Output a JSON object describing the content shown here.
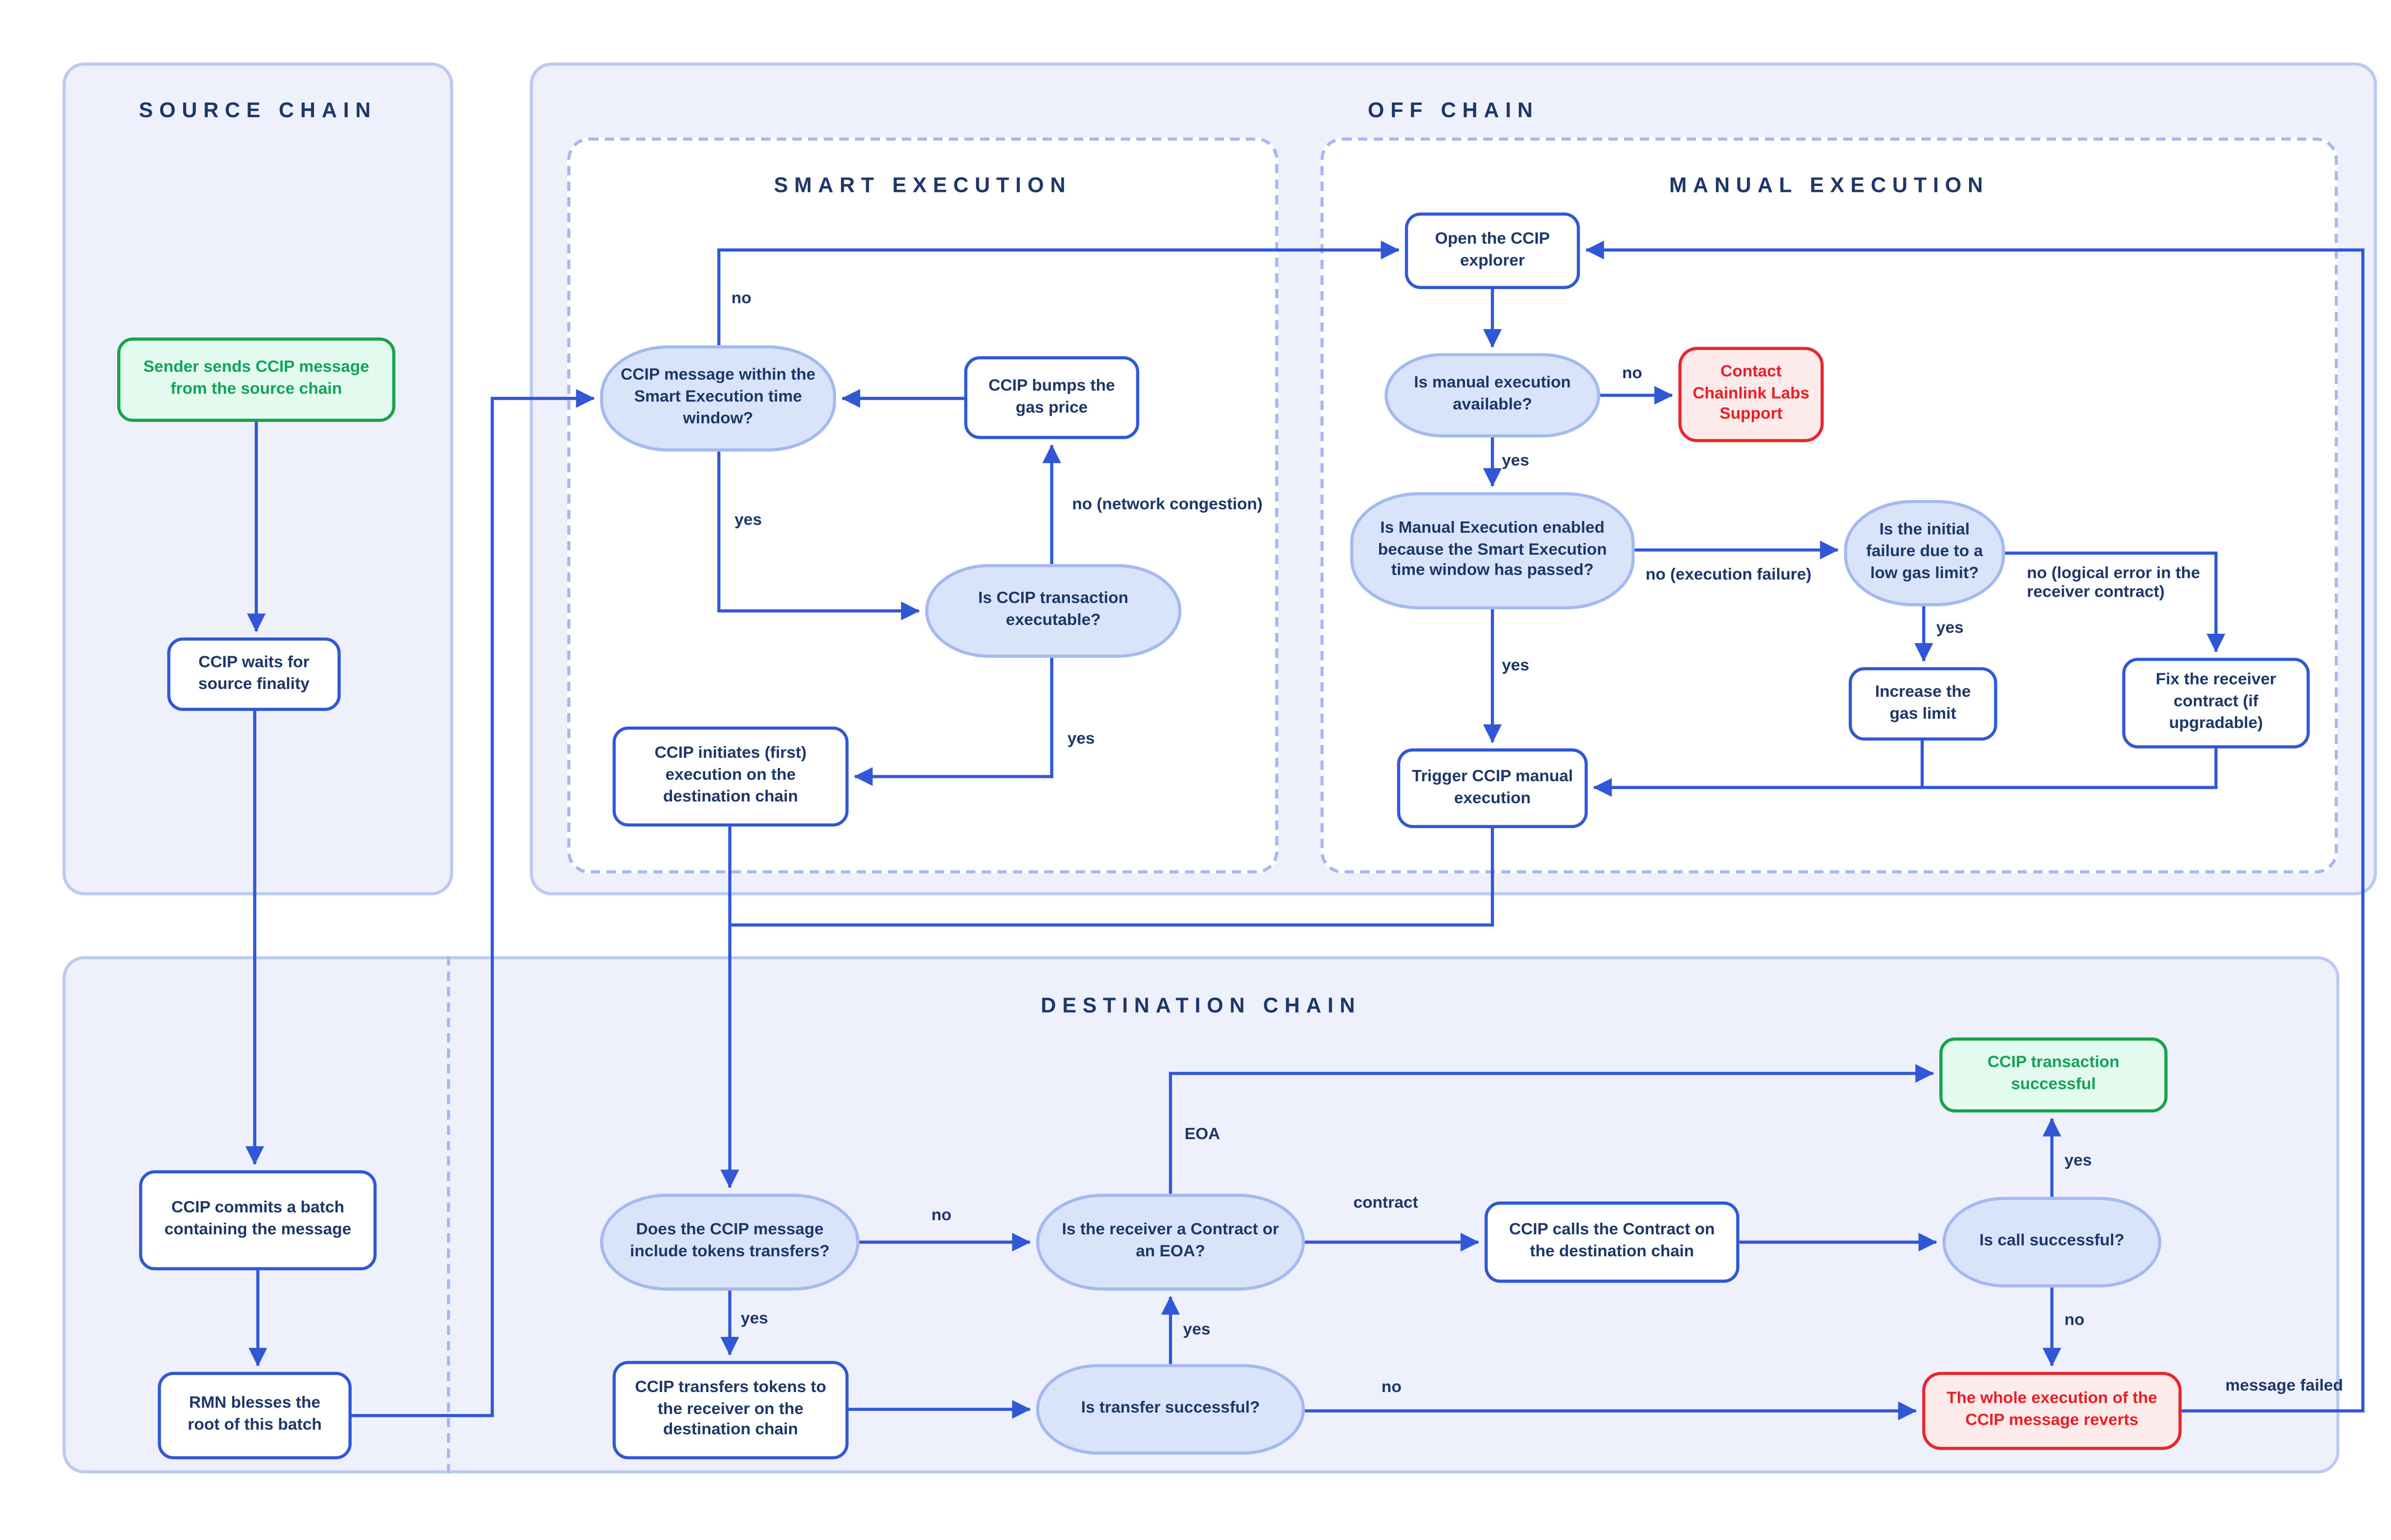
{
  "panels": {
    "source": {
      "title": "SOURCE CHAIN"
    },
    "offchain": {
      "title": "OFF CHAIN"
    },
    "smart": {
      "title": "SMART EXECUTION"
    },
    "manual": {
      "title": "MANUAL EXECUTION"
    },
    "destination": {
      "title": "DESTINATION CHAIN"
    }
  },
  "nodes": {
    "sender": {
      "label": "Sender sends CCIP message from the source chain",
      "kind": "success"
    },
    "waits": {
      "label": "CCIP waits for source finality",
      "kind": "process"
    },
    "commits": {
      "label": "CCIP commits a batch containing the message",
      "kind": "process"
    },
    "rmn": {
      "label": "RMN blesses the root of this batch",
      "kind": "process"
    },
    "window": {
      "label": "CCIP message within the Smart Execution time window?",
      "kind": "decision"
    },
    "bumps": {
      "label": "CCIP bumps the gas price",
      "kind": "process"
    },
    "executable": {
      "label": "Is CCIP transaction executable?",
      "kind": "decision"
    },
    "initiates": {
      "label": "CCIP initiates (first) execution on the destination chain",
      "kind": "process"
    },
    "explorer": {
      "label": "Open the CCIP explorer",
      "kind": "process"
    },
    "manual_available": {
      "label": "Is manual execution available?",
      "kind": "decision"
    },
    "contact_support": {
      "label": "Contact Chainlink Labs Support",
      "kind": "danger"
    },
    "enabled": {
      "label": "Is Manual Execution enabled because the Smart Execution time window has passed?",
      "kind": "decision"
    },
    "initial_failure": {
      "label": "Is the initial failure due to a low gas limit?",
      "kind": "decision"
    },
    "increase_gas": {
      "label": "Increase the gas limit",
      "kind": "process"
    },
    "fix_receiver": {
      "label": "Fix the receiver contract (if upgradable)",
      "kind": "process"
    },
    "trigger_manual": {
      "label": "Trigger CCIP manual execution",
      "kind": "process"
    },
    "tokens_transfers": {
      "label": "Does the CCIP message include tokens transfers?",
      "kind": "decision"
    },
    "receiver_type": {
      "label": "Is the receiver a Contract or an EOA?",
      "kind": "decision"
    },
    "calls_contract": {
      "label": "CCIP calls the Contract on the destination chain",
      "kind": "process"
    },
    "call_successful": {
      "label": "Is call successful?",
      "kind": "decision"
    },
    "tx_successful": {
      "label": "CCIP transaction successful",
      "kind": "success"
    },
    "transfers_tokens": {
      "label": "CCIP transfers tokens to the receiver on the destination chain",
      "kind": "process"
    },
    "transfer_successful": {
      "label": "Is transfer successful?",
      "kind": "decision"
    },
    "reverts": {
      "label": "The whole execution of the CCIP message reverts",
      "kind": "danger"
    }
  },
  "edge_labels": {
    "window_no": "no",
    "window_yes": "yes",
    "congestion_no": "no (network congestion)",
    "executable_yes": "yes",
    "manual_no": "no",
    "manual_yes": "yes",
    "exec_failure_no": "no (execution failure)",
    "enabled_yes": "yes",
    "failure_yes": "yes",
    "logical_no": "no (logical error in the receiver contract)",
    "tokens_no": "no",
    "tokens_yes": "yes",
    "receiver_contract": "contract",
    "receiver_eoa": "EOA",
    "call_yes": "yes",
    "call_no": "no",
    "transfer_yes": "yes",
    "transfer_no": "no",
    "message_failed": "message failed"
  },
  "colors": {
    "arrow": "#2f57d6",
    "node_border": "#2f57d6",
    "node_text": "#1d3768",
    "decision_fill": "#d9e3f9",
    "decision_border": "#a5b9f1",
    "panel_fill": "#eef1fb",
    "panel_border": "#bcc9f2",
    "dashed_border": "#a6b8ef",
    "success_fill": "#e2fbee",
    "success_border": "#16a34a",
    "success_text": "#11a35b",
    "danger_fill": "#fdeaea",
    "danger_border": "#e8262d",
    "danger_text": "#ee1c24"
  }
}
